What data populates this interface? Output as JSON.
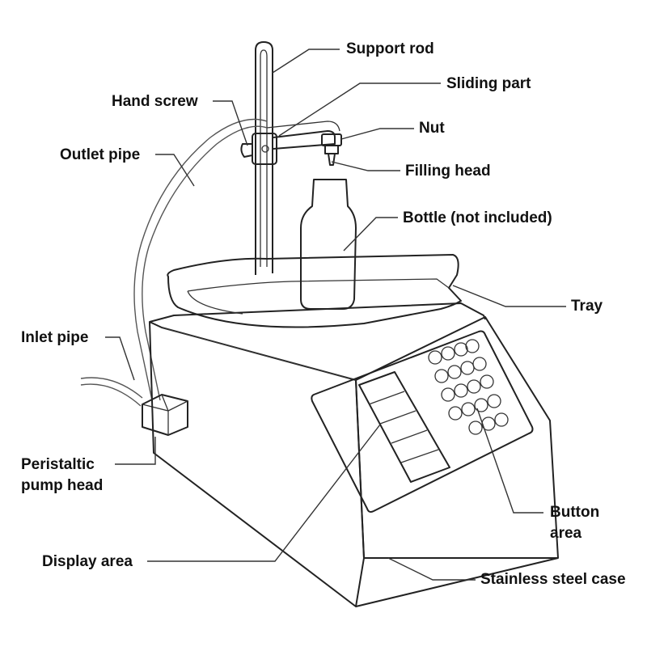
{
  "labels": {
    "support_rod": "Support rod",
    "sliding_part": "Sliding part",
    "hand_screw": "Hand screw",
    "nut": "Nut",
    "outlet_pipe": "Outlet pipe",
    "filling_head": "Filling head",
    "bottle": "Bottle (not included)",
    "tray": "Tray",
    "inlet_pipe": "Inlet pipe",
    "peristaltic_line1": "Peristaltic",
    "peristaltic_line2": "pump head",
    "button_line1": "Button",
    "button_line2": "area",
    "display_area": "Display area",
    "stainless_case": "Stainless steel case"
  },
  "colors": {
    "ink": "#222222",
    "leader": "#333333",
    "background": "#ffffff"
  }
}
